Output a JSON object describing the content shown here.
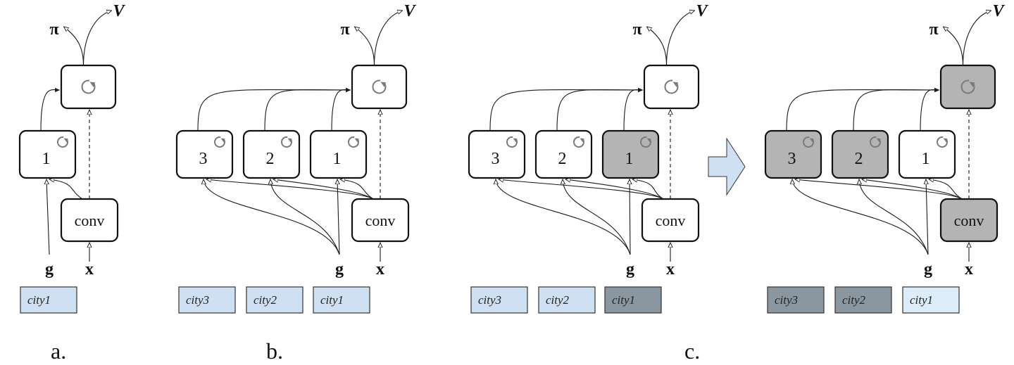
{
  "colors": {
    "node_active": "#b4b4b4",
    "node_idle": "#ffffff",
    "city_light": "#cfe0f2",
    "city_lightest": "#dcecf9",
    "city_dark": "#8a96a0",
    "transition_arrow": "#cfe0f2"
  },
  "labels": {
    "policy": "π",
    "value": "V",
    "goal": "g",
    "input": "x",
    "conv": "conv"
  },
  "icons": {
    "recurrent": "recurrent-loop-icon",
    "transition": "right-arrow-icon"
  },
  "panels": [
    {
      "id": "a",
      "caption": "a.",
      "core_active": false,
      "conv_active": false,
      "modules": [
        {
          "label": "1",
          "active": false
        }
      ],
      "cities": [
        {
          "label": "city1",
          "shade": "light"
        }
      ]
    },
    {
      "id": "b",
      "caption": "b.",
      "core_active": false,
      "conv_active": false,
      "modules": [
        {
          "label": "3",
          "active": false
        },
        {
          "label": "2",
          "active": false
        },
        {
          "label": "1",
          "active": false
        }
      ],
      "cities": [
        {
          "label": "city3",
          "shade": "light"
        },
        {
          "label": "city2",
          "shade": "light"
        },
        {
          "label": "city1",
          "shade": "light"
        }
      ]
    },
    {
      "id": "c-before",
      "caption": "c.",
      "core_active": false,
      "conv_active": false,
      "modules": [
        {
          "label": "3",
          "active": false
        },
        {
          "label": "2",
          "active": false
        },
        {
          "label": "1",
          "active": true
        }
      ],
      "cities": [
        {
          "label": "city3",
          "shade": "light"
        },
        {
          "label": "city2",
          "shade": "light"
        },
        {
          "label": "city1",
          "shade": "dark"
        }
      ]
    },
    {
      "id": "c-after",
      "caption": "",
      "core_active": true,
      "conv_active": true,
      "modules": [
        {
          "label": "3",
          "active": true
        },
        {
          "label": "2",
          "active": true
        },
        {
          "label": "1",
          "active": false
        }
      ],
      "cities": [
        {
          "label": "city3",
          "shade": "dark"
        },
        {
          "label": "city2",
          "shade": "dark"
        },
        {
          "label": "city1",
          "shade": "lightest"
        }
      ]
    }
  ]
}
